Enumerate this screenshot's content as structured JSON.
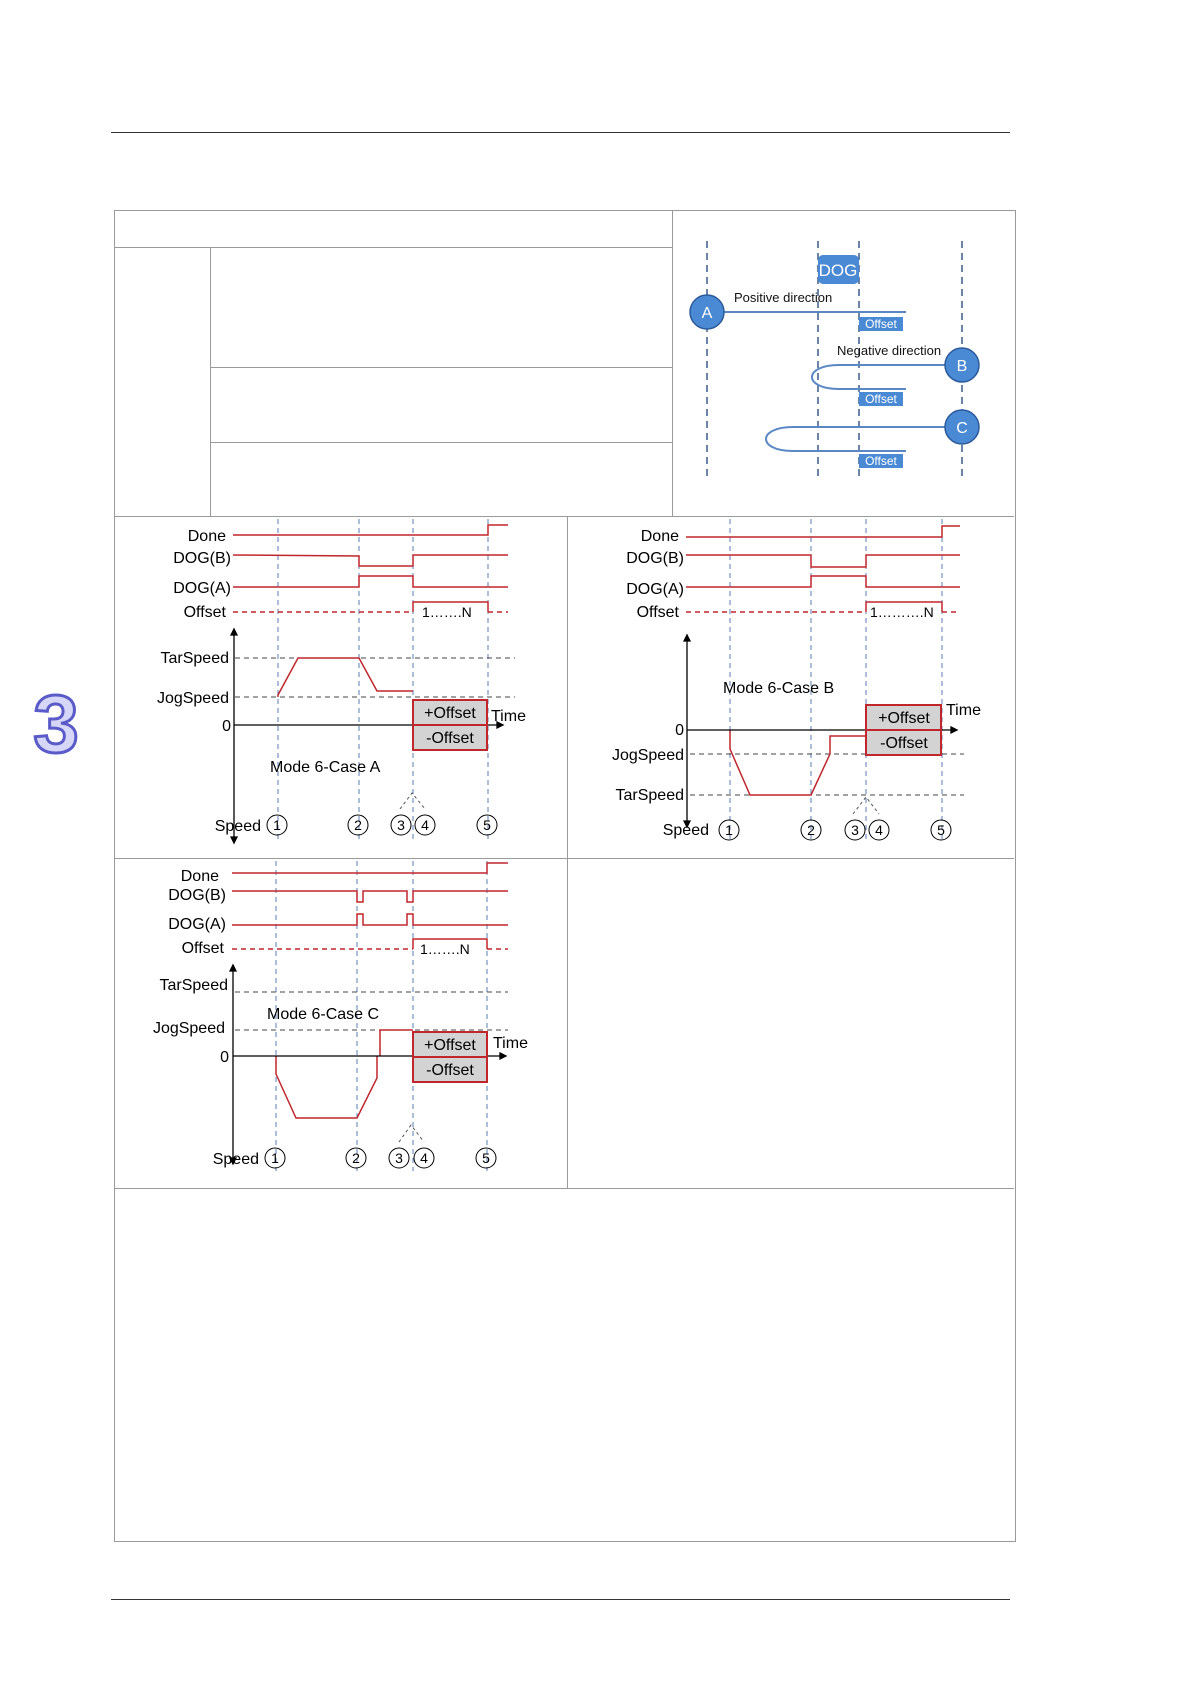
{
  "chapter_tab": "3",
  "top_diagram": {
    "dog_label": "DOG",
    "positive_label": "Positive direction",
    "negative_label": "Negative direction",
    "offset_label": "Offset",
    "points": [
      "A",
      "B",
      "C"
    ]
  },
  "timing": {
    "signal_done": "Done",
    "signal_dog_b": "DOG(B)",
    "signal_dog_a": "DOG(A)",
    "signal_offset": "Offset",
    "offset_range_a": "1…….N",
    "offset_range_b": "1……….N",
    "tarspeed": "TarSpeed",
    "jogspeed": "JogSpeed",
    "zero": "0",
    "time": "Time",
    "speed": "Speed",
    "plus_offset": "+Offset",
    "minus_offset": "-Offset",
    "markers": [
      "1",
      "2",
      "3",
      "4",
      "5"
    ]
  },
  "cases": {
    "a": "Mode 6-Case A",
    "b": "Mode 6-Case B",
    "c": "Mode 6-Case C"
  },
  "colors": {
    "signal_red": "#c0272d",
    "guide_blue": "#5b7db5",
    "circle_blue": "#4a8ad4",
    "tab_purple": "#6e6ed6"
  }
}
